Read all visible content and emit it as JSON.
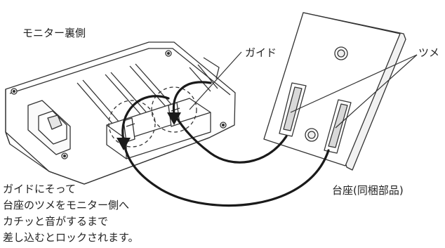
{
  "labels": {
    "monitor_back": "モニター裏側",
    "guide": "ガイド",
    "tab": "ツメ",
    "base": "台座(同梱部品)"
  },
  "instructions": [
    "ガイドにそって",
    "台座のツメをモニター側へ",
    "カチッと音がするまで",
    "差し込むとロックされます。"
  ]
}
